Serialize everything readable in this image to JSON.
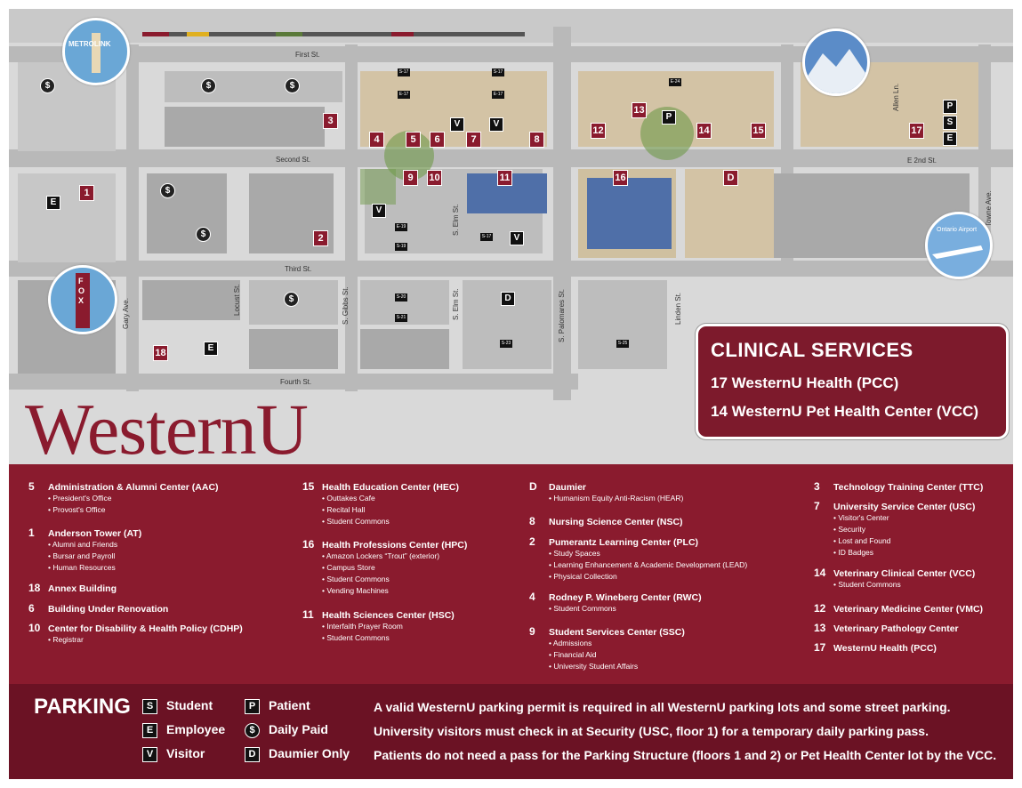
{
  "map": {
    "streets": {
      "first": "First St.",
      "second": "Second St.",
      "third": "Third St.",
      "fourth": "Fourth St.",
      "e2nd": "E 2nd St.",
      "gary": "Gary Ave.",
      "locust": "Locust St.",
      "gibbs": "S. Gibbs St.",
      "elm": "S. Elm St.",
      "elm2": "S. Elm St.",
      "palomares": "S. Palomares St.",
      "linden": "Linden St.",
      "allen": "Allen Ln.",
      "towne": "Towne Ave."
    },
    "landmarks": {
      "metrolink": "METROLINK",
      "fox": "FOX",
      "ontario_airport": "Ontario Airport"
    },
    "buildings": [
      "1",
      "2",
      "3",
      "4",
      "5",
      "6",
      "7",
      "8",
      "9",
      "10",
      "11",
      "12",
      "13",
      "14",
      "15",
      "16",
      "17",
      "18",
      "D"
    ],
    "parking_marks": {
      "e": "E",
      "v": "V",
      "p": "P",
      "s": "S",
      "d": "D",
      "dollar": "$"
    },
    "lots": [
      "S-17",
      "E-17",
      "S-17",
      "E-17",
      "E-24",
      "E-19",
      "S-19",
      "S-17",
      "S-20",
      "S-21",
      "S-23",
      "S-25"
    ]
  },
  "clinical": {
    "title": "CLINICAL SERVICES",
    "rows": [
      "17  WesternU Health (PCC)",
      "14  WesternU Pet Health Center (VCC)"
    ]
  },
  "wordmark": "WesternU",
  "legend": {
    "col1": [
      {
        "num": "5",
        "name": "Administration & Alumni Center (AAC)",
        "subs": [
          "• President's Office",
          "• Provost's Office"
        ]
      },
      {
        "num": "1",
        "name": "Anderson Tower (AT)",
        "subs": [
          "• Alumni and Friends",
          "• Bursar and Payroll",
          "• Human Resources"
        ]
      },
      {
        "num": "18",
        "name": "Annex Building",
        "subs": []
      },
      {
        "num": "6",
        "name": "Building Under Renovation",
        "subs": []
      },
      {
        "num": "10",
        "name": "Center for Disability & Health Policy (CDHP)",
        "subs": [
          "• Registrar"
        ]
      }
    ],
    "col2": [
      {
        "num": "15",
        "name": "Health Education Center (HEC)",
        "subs": [
          "• Outtakes Cafe",
          "• Recital Hall",
          "• Student Commons"
        ]
      },
      {
        "num": "16",
        "name": "Health Professions Center (HPC)",
        "subs": [
          "• Amazon Lockers “Trout” (exterior)",
          "• Campus Store",
          "• Student Commons",
          "• Vending Machines"
        ]
      },
      {
        "num": "11",
        "name": "Health Sciences Center (HSC)",
        "subs": [
          "• Interfaith Prayer Room",
          "• Student Commons"
        ]
      }
    ],
    "col3": [
      {
        "num": "D",
        "name": "Daumier",
        "subs": [
          "• Humanism Equity Anti-Racism (HEAR)"
        ]
      },
      {
        "num": "8",
        "name": "Nursing Science Center (NSC)",
        "subs": []
      },
      {
        "num": "2",
        "name": "Pumerantz Learning Center (PLC)",
        "subs": [
          "• Study Spaces",
          "• Learning Enhancement & Academic Development (LEAD)",
          "• Physical Collection"
        ]
      },
      {
        "num": "4",
        "name": "Rodney P. Wineberg Center (RWC)",
        "subs": [
          "• Student Commons"
        ]
      },
      {
        "num": "9",
        "name": "Student Services Center (SSC)",
        "subs": [
          "• Admissions",
          "• Financial Aid",
          "• University Student Affairs"
        ]
      }
    ],
    "col4": [
      {
        "num": "3",
        "name": "Technology Training Center (TTC)",
        "subs": []
      },
      {
        "num": "7",
        "name": "University Service Center (USC)",
        "subs": [
          "• Visitor's Center",
          "• Security",
          "• Lost and Found",
          "• ID Badges"
        ]
      },
      {
        "num": "14",
        "name": "Veterinary Clinical Center (VCC)",
        "subs": [
          "• Student Commons"
        ]
      },
      {
        "num": "12",
        "name": "Veterinary Medicine Center (VMC)",
        "subs": []
      },
      {
        "num": "13",
        "name": "Veterinary Pathology Center",
        "subs": []
      },
      {
        "num": "17",
        "name": "WesternU Health (PCC)",
        "subs": []
      }
    ]
  },
  "parking": {
    "title": "PARKING",
    "keys": [
      {
        "mark": "S",
        "label": "Student"
      },
      {
        "mark": "E",
        "label": "Employee"
      },
      {
        "mark": "V",
        "label": "Visitor"
      },
      {
        "mark": "P",
        "label": "Patient"
      },
      {
        "mark": "$",
        "label": "Daily Paid"
      },
      {
        "mark": "D",
        "label": "Daumier Only"
      }
    ],
    "notes": [
      "A valid WesternU parking permit is required in all WesternU parking lots and some street parking.",
      "University visitors must check in at Security (USC, floor 1) for a temporary daily parking pass.",
      "Patients do not need a pass for the Parking Structure (floors 1 and 2) or Pet Health Center lot by the VCC."
    ]
  }
}
